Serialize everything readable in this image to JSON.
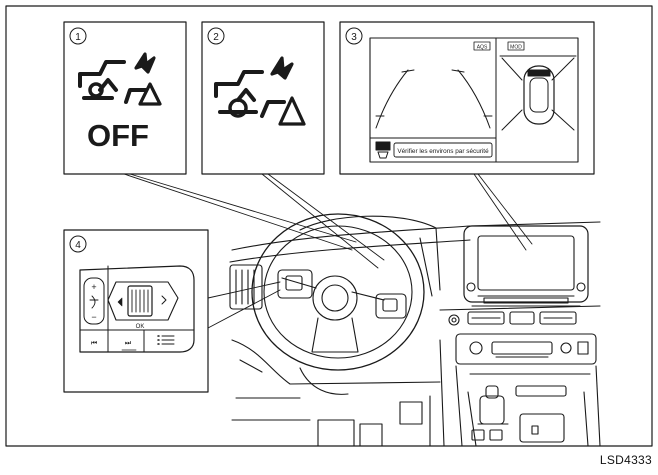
{
  "callouts": [
    {
      "number": "1",
      "icon": "collision-warning-off-icon"
    },
    {
      "number": "2",
      "icon": "collision-warning-icon"
    },
    {
      "number": "3",
      "icon": "camera-display"
    },
    {
      "number": "4",
      "icon": "steering-switch-cluster"
    }
  ],
  "panel1": {
    "off_label": "OFF"
  },
  "panel3": {
    "view_badge_left": "AQS",
    "view_badge_right": "MOD",
    "safety_message": "Vérifier les environs par sécurité"
  },
  "panel4": {
    "plus": "+",
    "minus": "−",
    "ok": "OK",
    "prev": "⏮",
    "next": "⏭"
  },
  "figure_code": "LSD4333"
}
